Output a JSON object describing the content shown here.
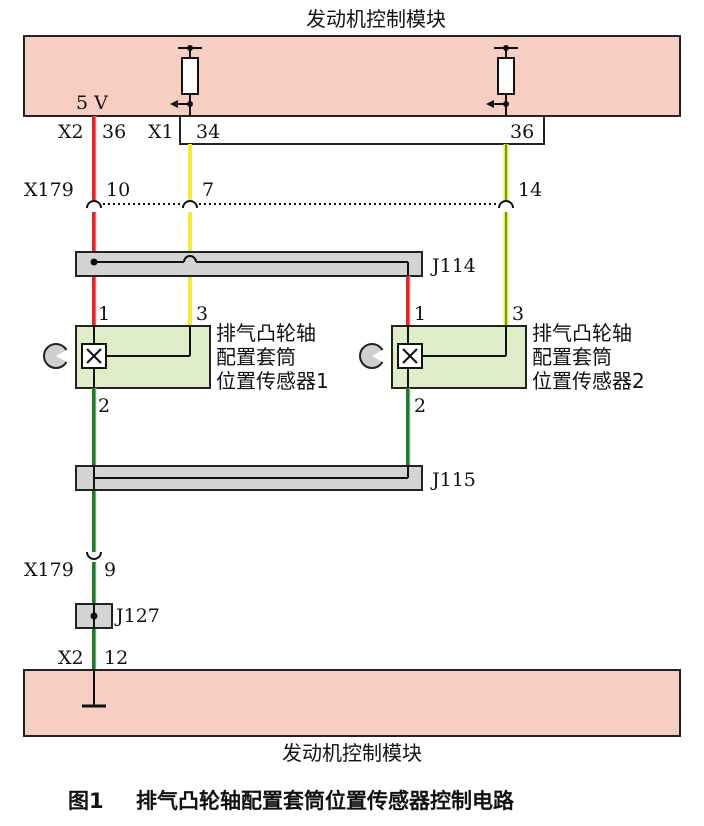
{
  "ecm_top": {
    "title": "发动机控制模块",
    "voltage": "5 V"
  },
  "ecm_bottom": {
    "title": "发动机控制模块"
  },
  "connectors": {
    "x2_top": "X2",
    "x2_top_pin": "36",
    "x1": "X1",
    "x1_pin_a": "34",
    "x1_pin_b": "36",
    "x179_top": "X179",
    "x179_pin_10": "10",
    "x179_pin_7": "7",
    "x179_pin_14": "14",
    "x179_bottom": "X179",
    "x179_pin_9": "9",
    "x2_bottom": "X2",
    "x2_bottom_pin": "12"
  },
  "junctions": {
    "j114": "J114",
    "j115": "J115",
    "j127": "J127"
  },
  "sensor1": {
    "line1": "排气凸轮轴",
    "line2": "配置套筒",
    "line3": "位置传感器1",
    "pin1": "1",
    "pin2": "2",
    "pin3": "3"
  },
  "sensor2": {
    "line1": "排气凸轮轴",
    "line2": "配置套筒",
    "line3": "位置传感器2",
    "pin1": "1",
    "pin2": "2",
    "pin3": "3"
  },
  "caption": {
    "label": "图1",
    "text": "排气凸轮轴配置套筒位置传感器控制电路"
  },
  "colors": {
    "module_fill": "#f7cfc2",
    "sensor_fill": "#dfedc8",
    "junction_fill": "#d4d4d4",
    "wire_red": "#e02828",
    "wire_yellow": "#f2ea3c",
    "wire_green": "#1f7a2a",
    "wire_yellow_green": "#9bc43a"
  }
}
